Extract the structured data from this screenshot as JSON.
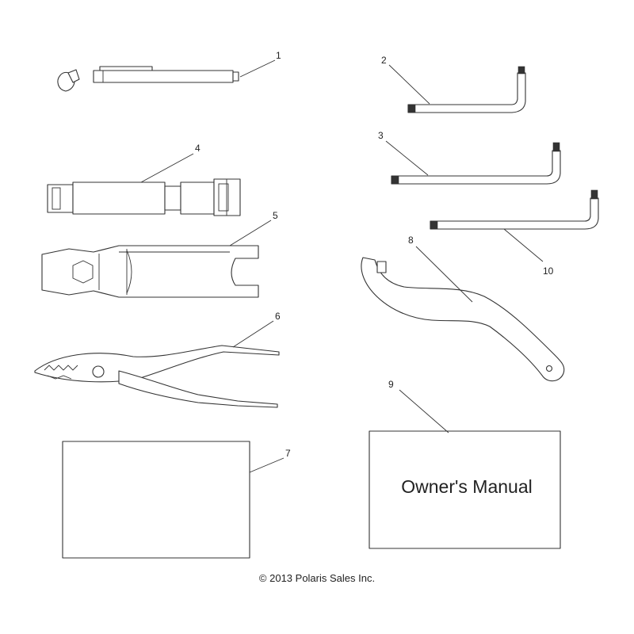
{
  "callouts": [
    "1",
    "2",
    "3",
    "4",
    "5",
    "6",
    "7",
    "8",
    "9",
    "10"
  ],
  "manual_title": "Owner's Manual",
  "copyright": "© 2013 Polaris Sales Inc."
}
